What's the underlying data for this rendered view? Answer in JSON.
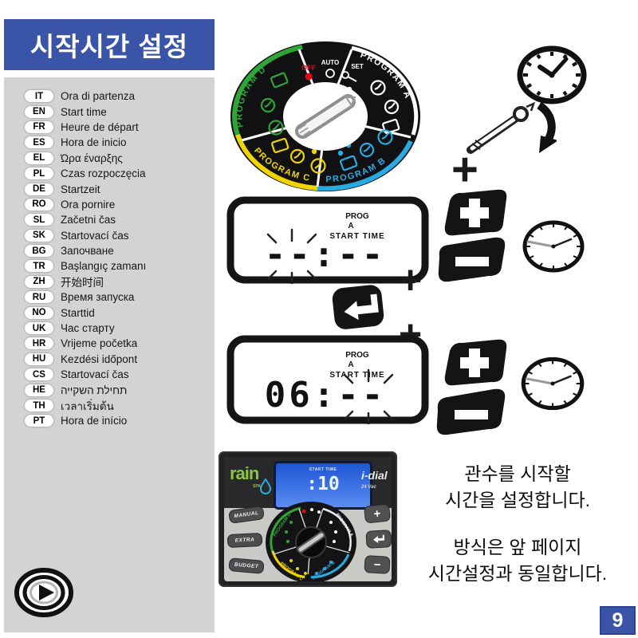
{
  "header": {
    "title": "시작시간 설정"
  },
  "languages": [
    {
      "code": "IT",
      "label": "Ora di partenza"
    },
    {
      "code": "EN",
      "label": "Start time"
    },
    {
      "code": "FR",
      "label": "Heure de départ"
    },
    {
      "code": "ES",
      "label": "Hora de inicio"
    },
    {
      "code": "EL",
      "label": "Ώρα έναρξης"
    },
    {
      "code": "PL",
      "label": "Czas rozpoczęcia"
    },
    {
      "code": "DE",
      "label": "Startzeit"
    },
    {
      "code": "RO",
      "label": "Ora pornire"
    },
    {
      "code": "SL",
      "label": "Začetni čas"
    },
    {
      "code": "SK",
      "label": "Startovací čas"
    },
    {
      "code": "BG",
      "label": "Започване"
    },
    {
      "code": "TR",
      "label": "Başlangıç zamanı"
    },
    {
      "code": "ZH",
      "label": "开始时间"
    },
    {
      "code": "RU",
      "label": "Время запуска"
    },
    {
      "code": "NO",
      "label": "Starttid"
    },
    {
      "code": "UK",
      "label": "Час старту"
    },
    {
      "code": "HR",
      "label": "Vrijeme početka"
    },
    {
      "code": "HU",
      "label": "Kezdési időpont"
    },
    {
      "code": "CS",
      "label": "Startovací čas"
    },
    {
      "code": "HE",
      "label": "תחילת השקייה"
    },
    {
      "code": "TH",
      "label": "เวลาเริ่มต้น"
    },
    {
      "code": "PT",
      "label": "Hora de início"
    }
  ],
  "symbols": {
    "plus": "+"
  },
  "dial": {
    "off": "OFF",
    "auto": "AUTO",
    "set": "SET",
    "program_a": "PROGRAM A",
    "program_b": "PROGRAM B",
    "program_c": "PROGRAM C",
    "program_d": "PROGRAM D"
  },
  "lcd1": {
    "prog": "PROG",
    "program_letter": "A",
    "label": "START TIME",
    "value": "--:--"
  },
  "lcd2": {
    "prog": "PROG",
    "program_letter": "A",
    "label": "START TIME",
    "value": "06:--"
  },
  "device": {
    "brand": "rain",
    "brand_sub": "SPA",
    "model": "i-dial",
    "voltage": "24 Vac",
    "screen_label": "START TIME",
    "screen_value": ":10",
    "buttons_left": [
      "MANUAL",
      "EXTRA",
      "BUDGET"
    ],
    "programs": [
      "PROGRAM D",
      "PROGRAM A",
      "PROGRAM C",
      "PROGRAM B"
    ]
  },
  "instructions": {
    "para1_line1": "관수를 시작할",
    "para1_line2": "시간을 설정합니다.",
    "para2_line1": "방식은 앞 페이지",
    "para2_line2": "시간설정과 동일합니다."
  },
  "footer": {
    "page_number": "9"
  },
  "colors": {
    "header_blue": "#3a55a8",
    "panel_gray": "#d3d3d3",
    "program_green": "#2fa536",
    "program_yellow": "#f0d500",
    "program_blue": "#29abe2",
    "program_white": "#ffffff",
    "off_red": "#e30613",
    "screen_blue": "#2f6be0"
  }
}
